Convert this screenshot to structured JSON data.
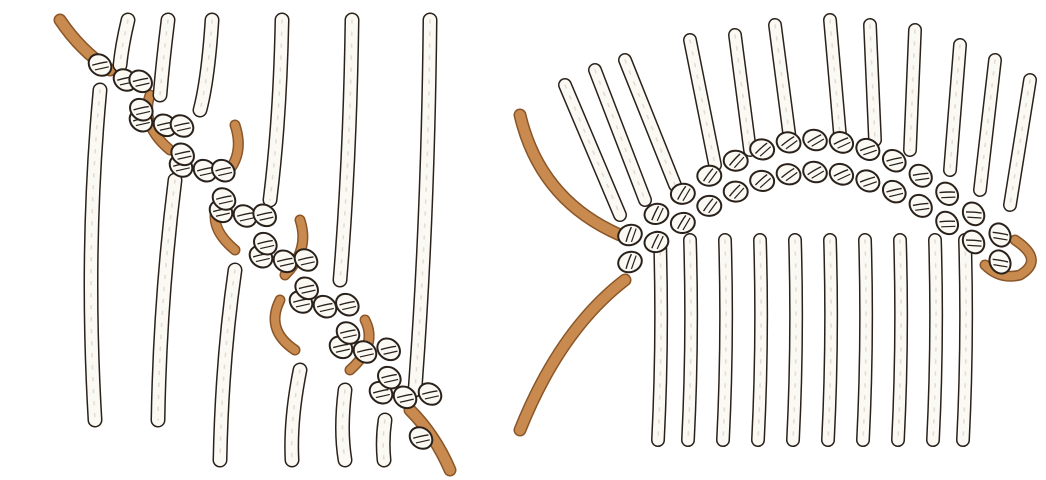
{
  "colors": {
    "background": "#ffffff",
    "ink": "#2a211b",
    "cord_fill": "#fbf9f4",
    "cord_shade": "#e4ddd3",
    "holding_cord": "#c88a4e",
    "holding_cord_dark": "#8a5528"
  },
  "panels": [
    {
      "name": "diagonal-double-half-hitch-illustration",
      "holding_cord_color": "#c88a4e",
      "knot_rows": 2,
      "direction": "diagonal"
    },
    {
      "name": "horizontal-double-half-hitch-illustration",
      "holding_cord_color": "#c88a4e",
      "knot_rows": 2,
      "direction": "horizontal-arc"
    }
  ]
}
